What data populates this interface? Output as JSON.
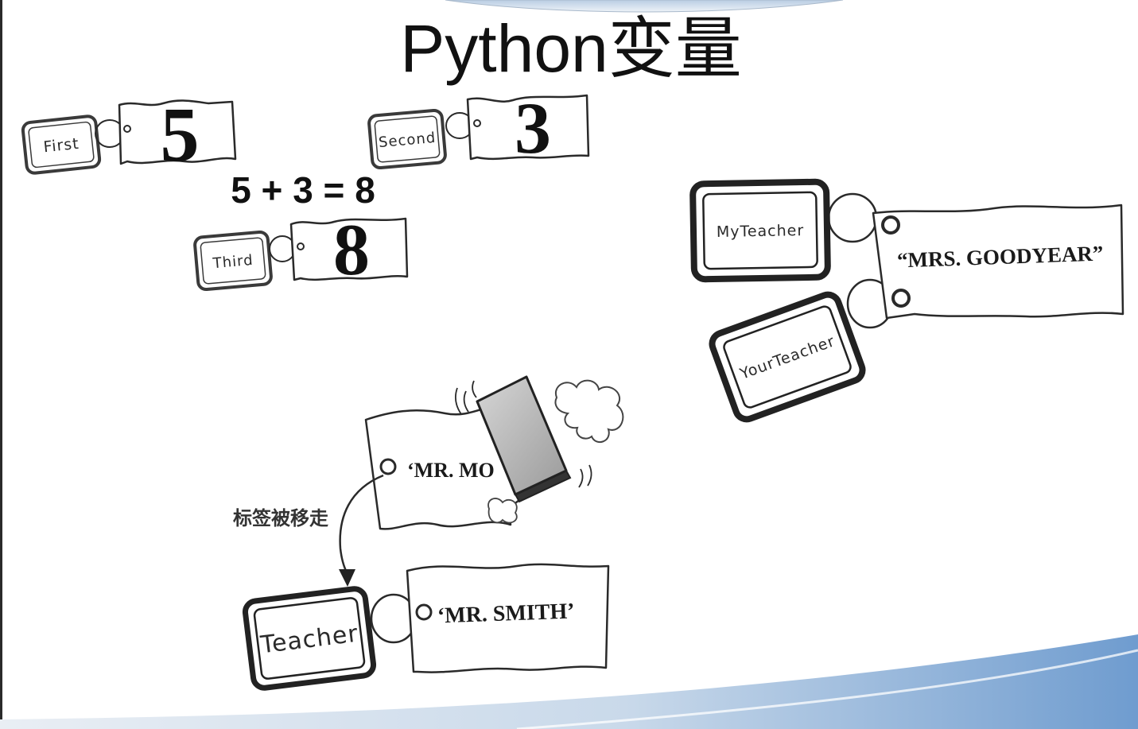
{
  "slide": {
    "title": "Python变量"
  },
  "numbers_example": {
    "tags": [
      {
        "label": "First",
        "value": "5"
      },
      {
        "label": "Second",
        "value": "3"
      },
      {
        "label": "Third",
        "value": "8"
      }
    ],
    "equation": "5 + 3 = 8"
  },
  "shared_value_example": {
    "tags": [
      "MyTeacher",
      "YourTeacher"
    ],
    "value": "“MRS. GOODYEAR”"
  },
  "reassign_example": {
    "old_value": "‘MR. MO",
    "caption": "标签被移走",
    "tag": "Teacher",
    "new_value": "‘MR. SMITH’"
  },
  "theme": {
    "ink": "#222222",
    "paper": "#ffffff",
    "accent_blue": "#6f9ccf",
    "eraser_gray": "#b8b8b8"
  }
}
